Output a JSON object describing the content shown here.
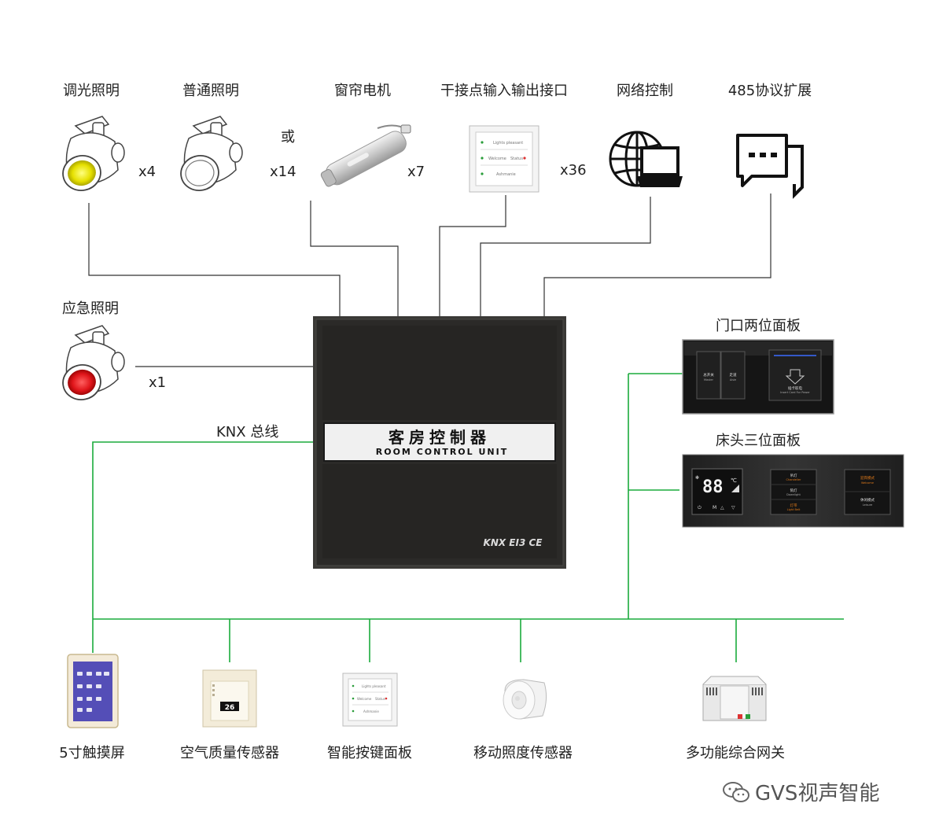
{
  "top_devices": [
    {
      "label": "调光照明",
      "count": "x4"
    },
    {
      "label": "普通照明",
      "count": "x14"
    },
    {
      "label": "窗帘电机",
      "count": "x7"
    },
    {
      "label": "干接点输入输出接口",
      "count": "x36"
    },
    {
      "label": "网络控制"
    },
    {
      "label": "485协议扩展"
    }
  ],
  "or_text": "或",
  "emergency": {
    "label": "应急照明",
    "count": "x1"
  },
  "bus_label": "KNX 总线",
  "controller": {
    "title_cn": "客房控制器",
    "title_en": "ROOM CONTROL UNIT",
    "logos": "KNX EI3 CE"
  },
  "right_panels": {
    "door_panel": {
      "label": "门口两位面板",
      "buttons": [
        {
          "cn": "总开关",
          "en": "Master"
        },
        {
          "cn": "走道",
          "en": "Aisle"
        }
      ],
      "card": {
        "cn": "插卡取电",
        "en": "Insert Card For Power"
      }
    },
    "bed_panel": {
      "label": "床头三位面板",
      "display": "88",
      "unit": "℃",
      "keys": [
        "M"
      ],
      "buttons": [
        {
          "cn": "吊灯",
          "en": "Chandelier"
        },
        {
          "cn": "筒灯",
          "en": "Downlight"
        },
        {
          "cn": "灯带",
          "en": "Light Belt"
        },
        {
          "cn": "迎宾模式",
          "en": "Welcome"
        },
        {
          "cn": "休闲模式",
          "en": "Leisure"
        }
      ]
    }
  },
  "bottom_devices": [
    {
      "label": "5寸触摸屏"
    },
    {
      "label": "空气质量传感器",
      "reading": "26"
    },
    {
      "label": "智能按键面板"
    },
    {
      "label": "移动照度传感器"
    },
    {
      "label": "多功能综合网关"
    }
  ],
  "switch_panel_labels": [
    "Lights pleasant",
    "Welcome",
    "Status",
    "Ashmanie"
  ],
  "watermark": "GVS视声智能",
  "colors": {
    "wire": "#333333",
    "bus": "#1aab3c",
    "controller_body": "#2b2a28",
    "dim_lamp": "#e6e000",
    "emergency_lamp": "#e0151a"
  }
}
